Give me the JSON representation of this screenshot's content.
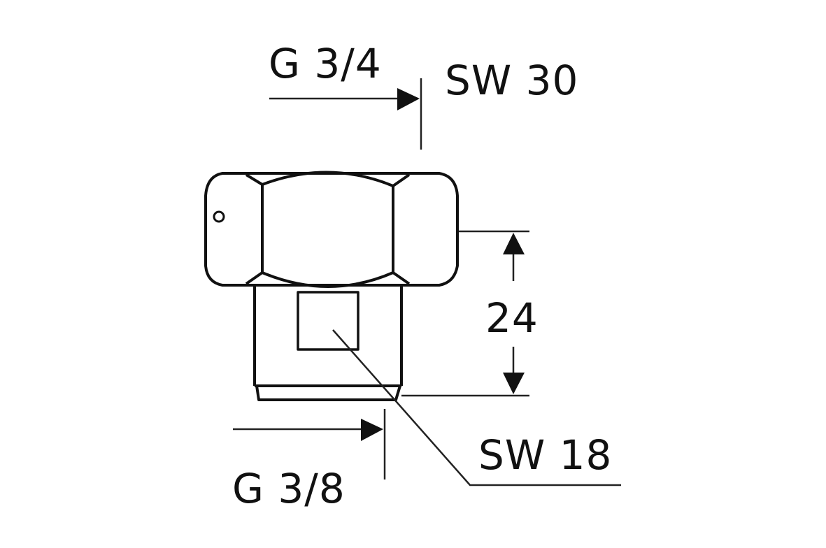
{
  "diagram": {
    "subject": "hexagon reducing plug fitting",
    "labels": {
      "top_thread": "G 3/4",
      "top_wrench": "SW 30",
      "height_dim": "24",
      "bottom_wrench": "SW 18",
      "bottom_thread": "G 3/8"
    },
    "colors": {
      "line": "#111111",
      "background": "#ffffff"
    }
  }
}
